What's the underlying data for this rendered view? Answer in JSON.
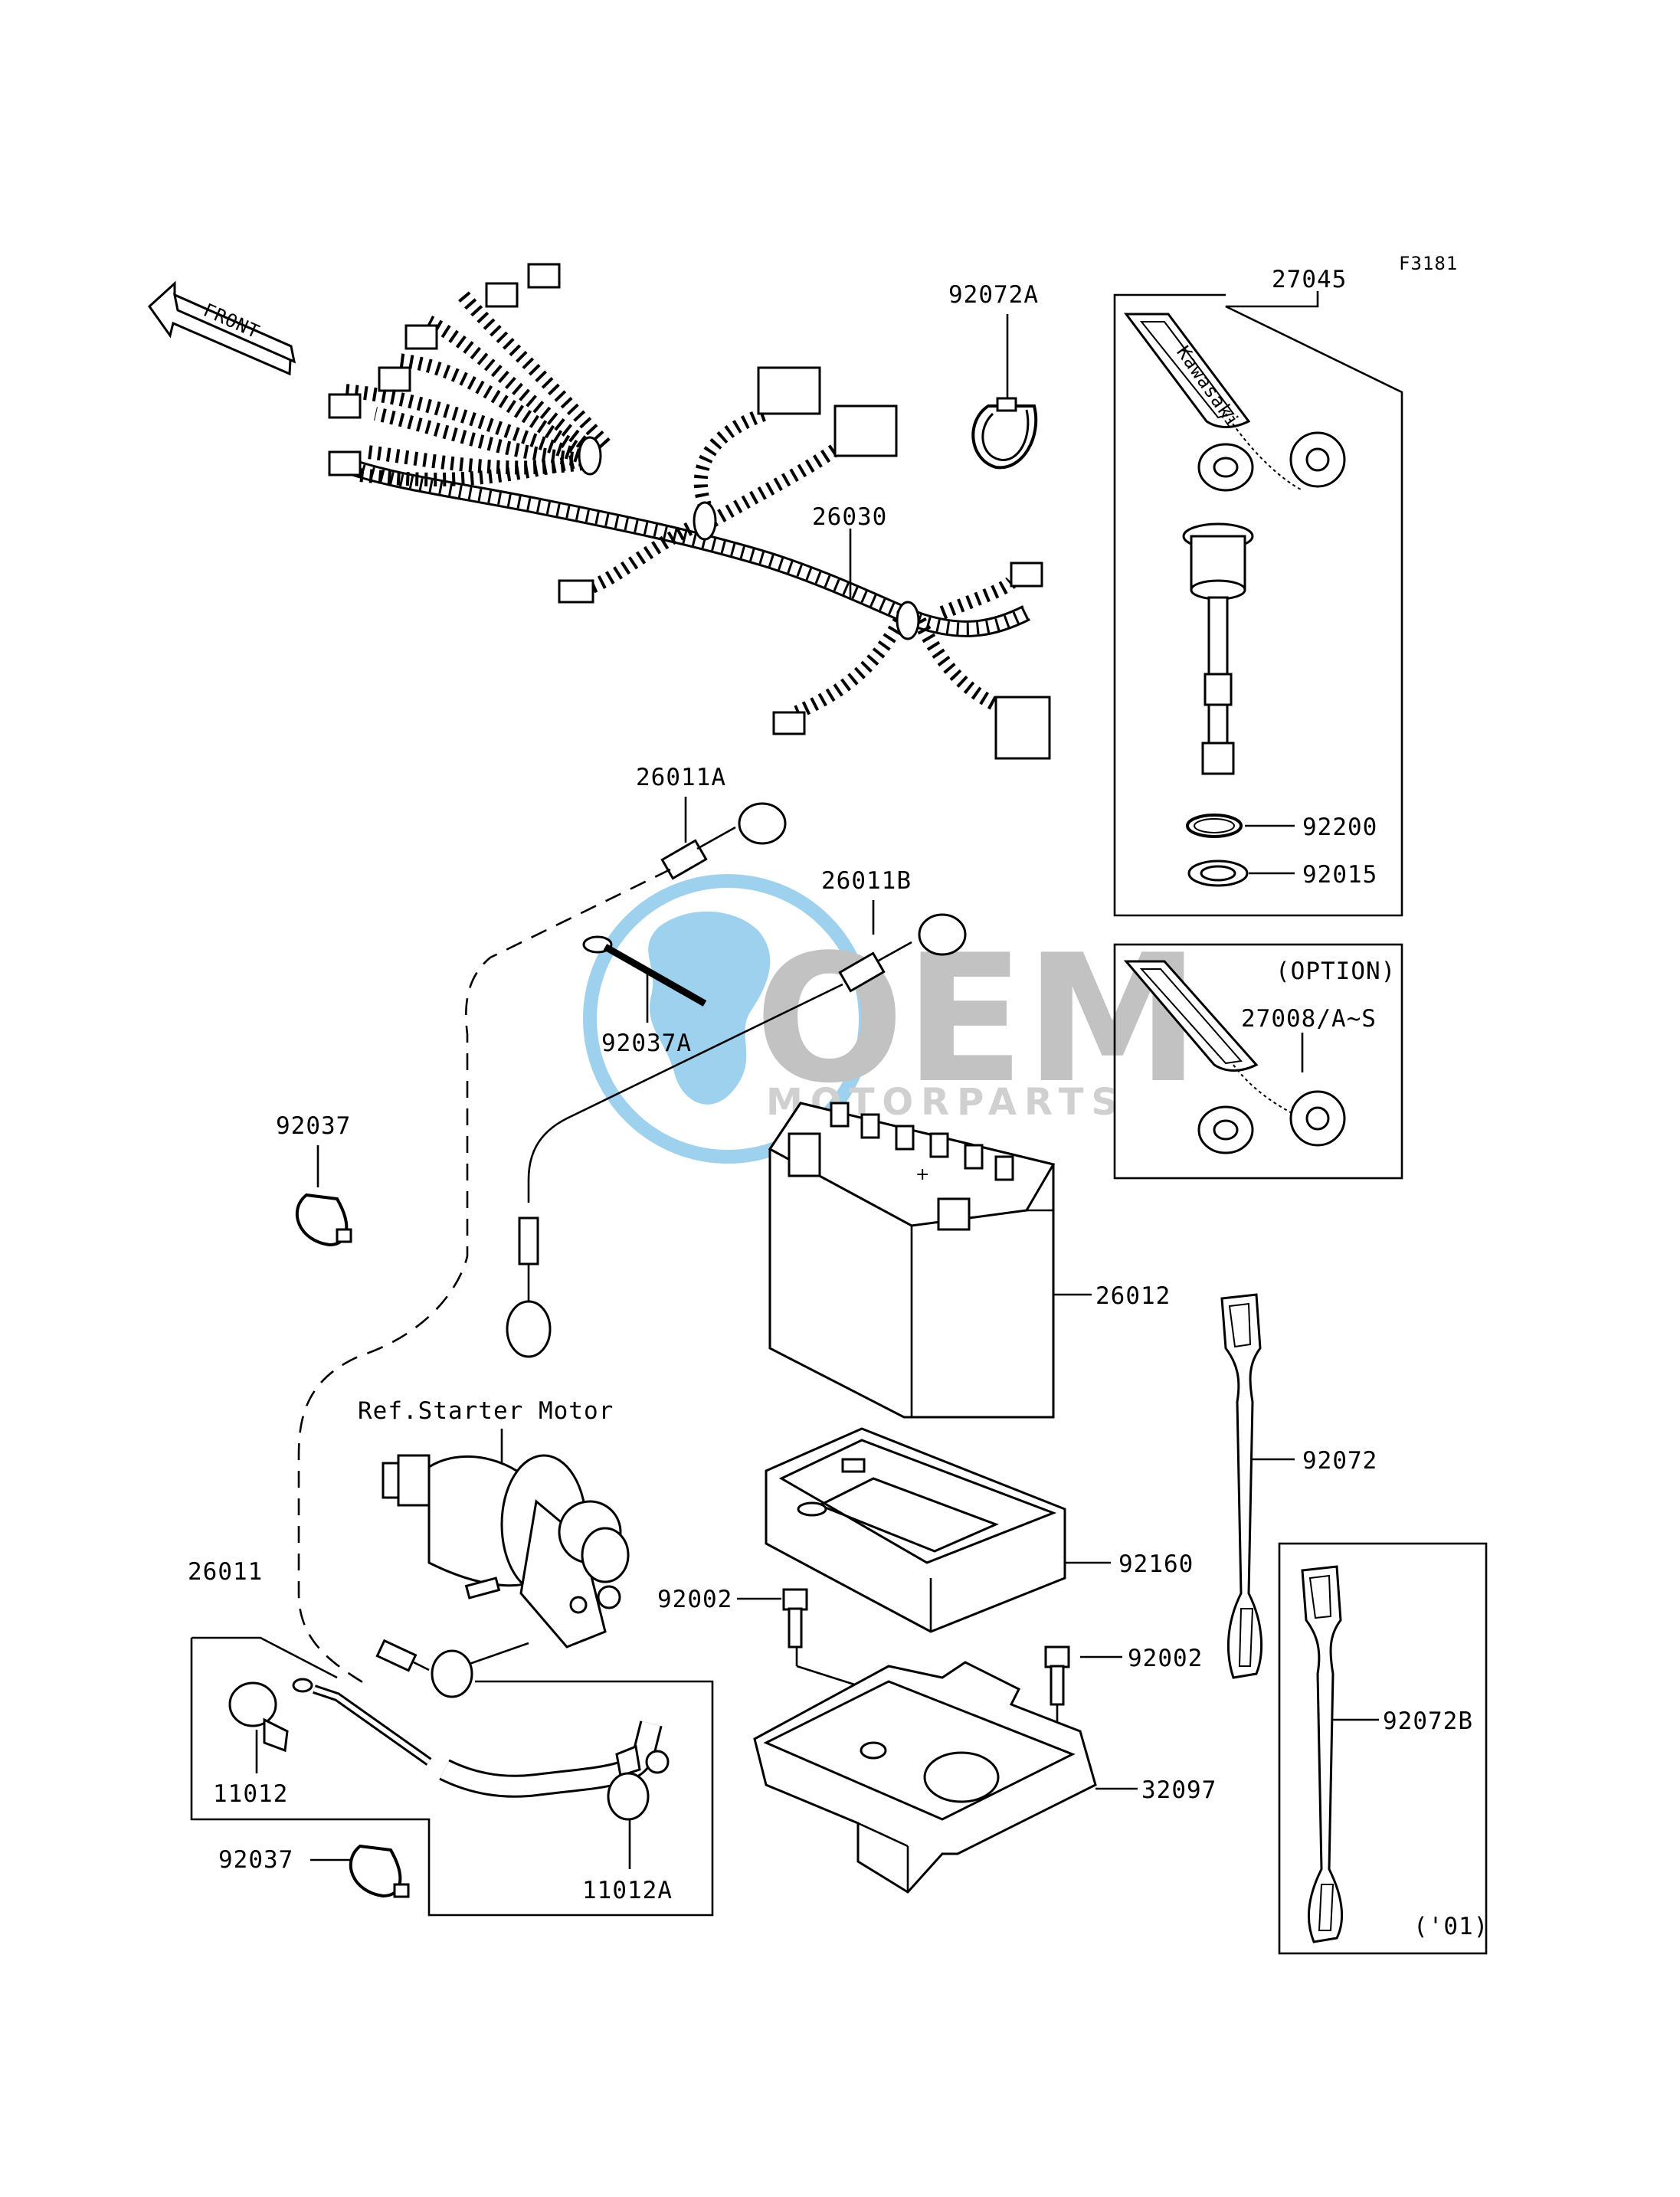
{
  "figure_code": "F3181",
  "front_label": "FRONT",
  "watermark": {
    "brand": "OEM",
    "sub": "MOTORPARTS",
    "color_blue": "#8ec9ec",
    "color_grey": "#b8b8b8"
  },
  "labels": {
    "p27045": "27045",
    "p92072A": "92072A",
    "p26030": "26030",
    "p26011A": "26011A",
    "p26011B": "26011B",
    "p92037A": "92037A",
    "p92200": "92200",
    "p92015": "92015",
    "option": "(OPTION)",
    "p27008": "27008/A~S",
    "p92037_top": "92037",
    "p26012": "26012",
    "ref_starter": "Ref.Starter Motor",
    "p92072": "92072",
    "p92160": "92160",
    "p26011": "26011",
    "p92002_left": "92002",
    "p92002_right": "92002",
    "p92072B": "92072B",
    "p11012": "11012",
    "p32097": "32097",
    "p92037_bottom": "92037",
    "p11012A": "11012A",
    "year_note": "('01)"
  },
  "icons": [
    "front-arrow-icon",
    "wiring-harness-icon",
    "battery-icon",
    "starter-motor-icon",
    "ignition-key-icon",
    "battery-case-icon",
    "battery-tray-icon",
    "battery-strap-icon",
    "cable-tie-icon",
    "bolt-icon",
    "terminal-cap-icon"
  ]
}
